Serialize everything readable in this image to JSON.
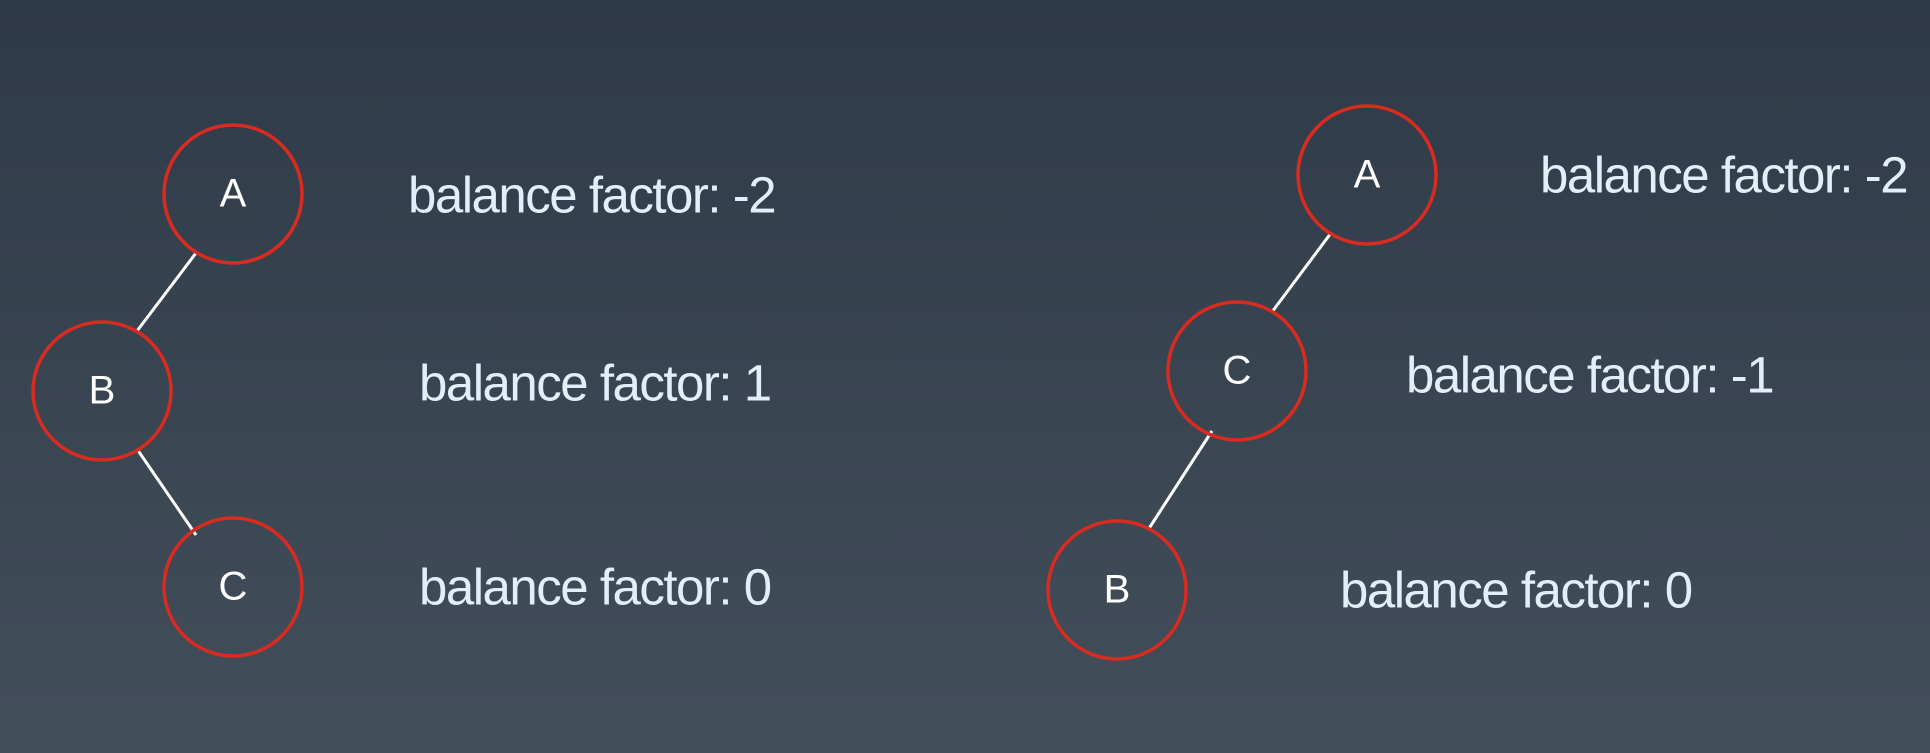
{
  "colors": {
    "node_stroke": "#d92b1f",
    "edge": "#ffffff",
    "text": "#dff0f8",
    "background": "#37424f"
  },
  "left_tree": {
    "nodes": {
      "a": "A",
      "b": "B",
      "c": "C"
    },
    "labels": {
      "a": "balance factor: -2",
      "b": "balance factor: 1",
      "c": "balance factor: 0"
    }
  },
  "right_tree": {
    "nodes": {
      "a": "A",
      "c": "C",
      "b": "B"
    },
    "labels": {
      "a": "balance factor: -2",
      "c": "balance factor: -1",
      "b": "balance factor: 0"
    }
  }
}
